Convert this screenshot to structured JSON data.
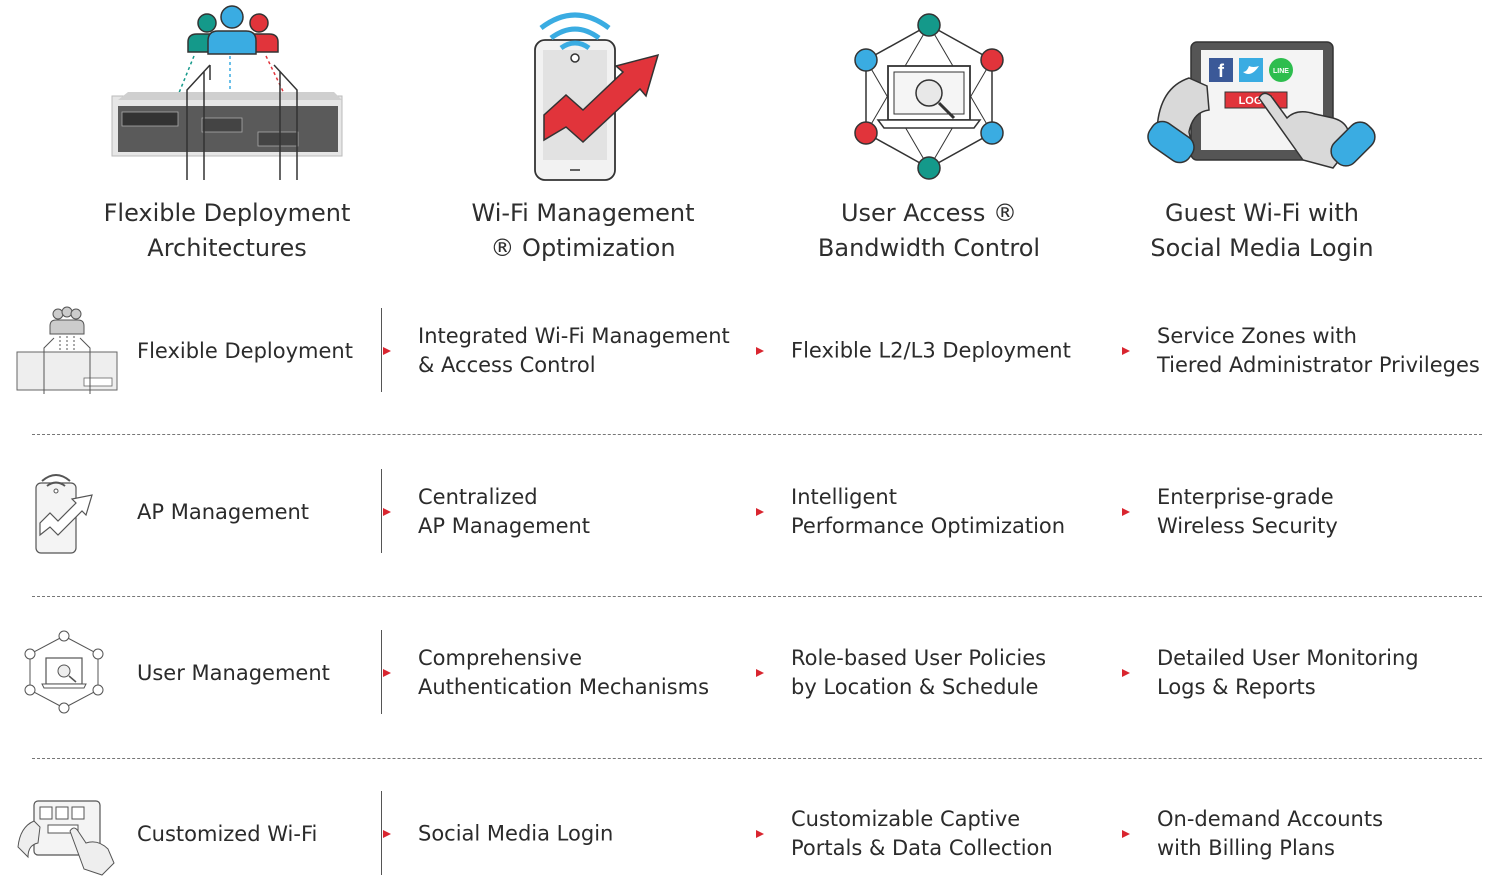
{
  "features": [
    {
      "title": "Flexible Deployment\nArchitectures",
      "icon": "server-users-icon"
    },
    {
      "title": "Wi-Fi Management\n® Optimization",
      "icon": "tablet-wifi-growth-icon"
    },
    {
      "title": "User Access ®\nBandwidth Control",
      "icon": "laptop-network-icon"
    },
    {
      "title": "Guest Wi-Fi with\nSocial Media Login",
      "icon": "tablet-social-login-icon"
    }
  ],
  "social_login": {
    "fb": "f",
    "login_label": "LOGIN",
    "line_label": "LINE"
  },
  "rows": [
    {
      "label": "Flexible Deployment",
      "icon": "server-users-icon",
      "cells": [
        "Integrated Wi-Fi Management\n& Access Control",
        "Flexible L2/L3 Deployment",
        "Service Zones with\nTiered Administrator Privileges"
      ]
    },
    {
      "label": "AP Management",
      "icon": "tablet-wifi-growth-icon",
      "cells": [
        "Centralized\nAP Management",
        "Intelligent\nPerformance Optimization",
        "Enterprise-grade\nWireless Security"
      ]
    },
    {
      "label": "User Management",
      "icon": "laptop-network-icon",
      "cells": [
        "Comprehensive\nAuthentication Mechanisms",
        "Role-based User Policies\nby Location & Schedule",
        "Detailed User Monitoring\nLogs & Reports"
      ]
    },
    {
      "label": "Customized Wi-Fi",
      "icon": "tablet-social-login-icon",
      "cells": [
        "Social Media Login",
        "Customizable Captive\nPortals & Data Collection",
        "On-demand Accounts\nwith Billing Plans"
      ]
    }
  ],
  "colors": {
    "accent_red": "#e1343b",
    "accent_teal": "#14998a",
    "accent_blue": "#3aace2",
    "divider": "#777777"
  }
}
